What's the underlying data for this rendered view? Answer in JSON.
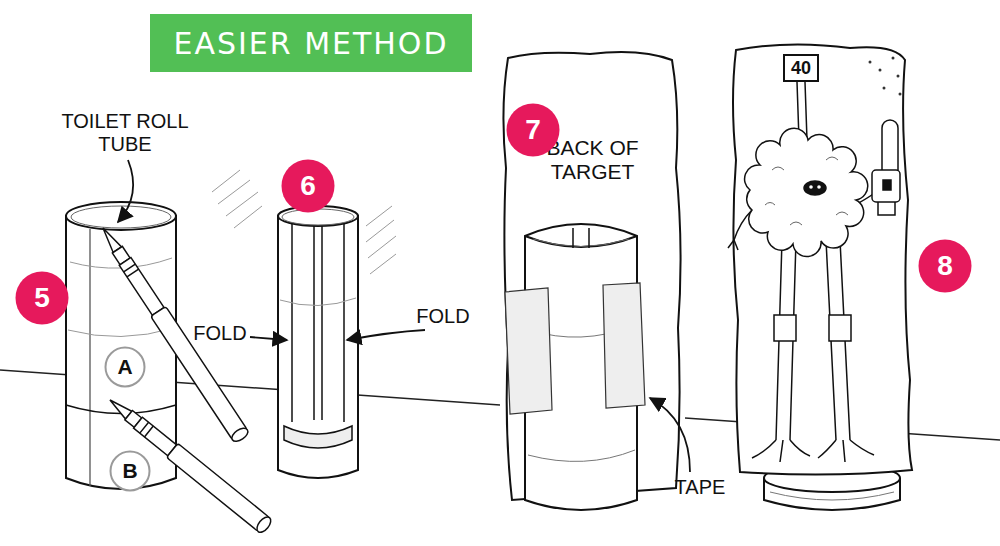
{
  "diagram": {
    "title": "EASIER METHOD",
    "nodes": [
      {
        "text": [
          "5"
        ]
      },
      {
        "text": [
          "A"
        ]
      },
      {
        "text": [
          "B"
        ]
      },
      {
        "text": [
          "6"
        ]
      },
      {
        "text": [
          "7"
        ]
      },
      {
        "text": [
          "BACK OF TARGET"
        ]
      },
      {
        "text": [
          "40"
        ]
      },
      {
        "text": [
          "8"
        ]
      }
    ],
    "labels": [
      "TOILET ROLL TUBE",
      "FOLD",
      "FOLD",
      "TAPE"
    ]
  }
}
